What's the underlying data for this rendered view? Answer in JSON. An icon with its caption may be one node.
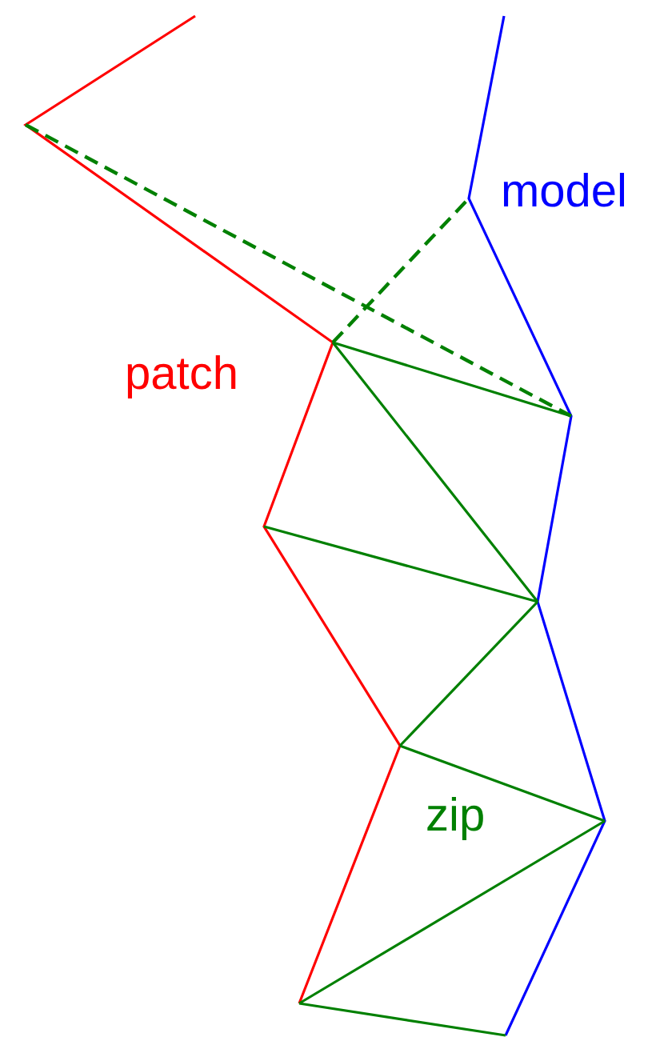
{
  "diagram": {
    "labels": [
      "model",
      "patch",
      "zip"
    ]
  }
}
